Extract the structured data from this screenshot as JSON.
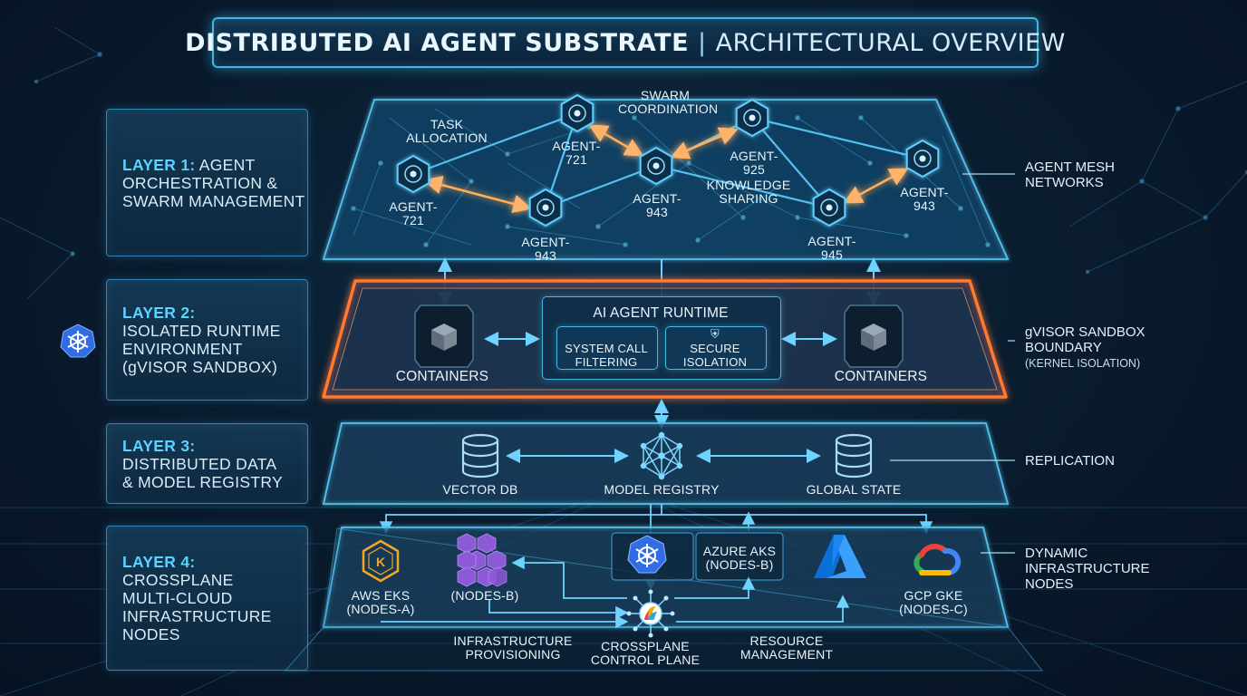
{
  "title": {
    "main": "DISTRIBUTED AI AGENT SUBSTRATE",
    "separator": "|",
    "sub": "ARCHITECTURAL OVERVIEW"
  },
  "layers": [
    {
      "head": "LAYER 1:",
      "rest": " AGENT\nORCHESTRATION &\nSWARM MANAGEMENT"
    },
    {
      "head": "LAYER 2:",
      "rest": "\nISOLATED RUNTIME\nENVIRONMENT\n(gVISOR SANDBOX)"
    },
    {
      "head": "LAYER 3:",
      "rest": "\nDISTRIBUTED DATA\n& MODEL REGISTRY"
    },
    {
      "head": "LAYER 4:",
      "rest": "\nCROSSPLANE\nMULTI-CLOUD\nINFRASTRUCTURE\nNODES"
    }
  ],
  "layer1": {
    "agents": [
      "AGENT-721",
      "AGENT-721",
      "AGENT-943",
      "AGENT-943",
      "AGENT-925",
      "AGENT-945",
      "AGENT-943"
    ],
    "annotations": {
      "task_allocation": "TASK\nALLOCATION",
      "swarm_coordination": "SWARM\nCOORDINATION",
      "knowledge_sharing": "KNOWLEDGE\nSHARING"
    },
    "side_label": "AGENT MESH\nNETWORKS"
  },
  "layer2": {
    "containers_left": "CONTAINERS",
    "containers_right": "CONTAINERS",
    "runtime_title": "AI AGENT RUNTIME",
    "syscall": "SYSTEM CALL\nFILTERING",
    "secure": "SECURE\nISOLATION",
    "side_label_main": "gVISOR SANDBOX\nBOUNDARY",
    "side_label_sub": "(KERNEL ISOLATION)"
  },
  "layer3": {
    "vector_db": "VECTOR DB",
    "model_registry": "MODEL REGISTRY",
    "global_state": "GLOBAL STATE",
    "side_label": "REPLICATION"
  },
  "layer4": {
    "aws": "AWS EKS\n(NODES-A)",
    "nodes_b": "(NODES-B)",
    "azure": "AZURE AKS\n(NODES-B)",
    "gcp": "GCP GKE\n(NODES-C)",
    "infra_prov": "INFRASTRUCTURE\nPROVISIONING",
    "crossplane": "CROSSPLANE\nCONTROL PLANE",
    "resource_mgmt": "RESOURCE\nMANAGEMENT",
    "side_label": "DYNAMIC\nINFRASTRUCTURE\nNODES"
  },
  "colors": {
    "accent": "#3fb8e6",
    "layer_head": "#5cd2ff",
    "sandbox_glow": "#ff7a2e",
    "arrow_orange": "#ffae5c",
    "node": "#38c6ff"
  },
  "icons": {
    "agent": "ai-core-icon",
    "container": "cube-icon",
    "database": "database-icon",
    "registry": "network-graph-icon",
    "kubernetes": "kubernetes-icon",
    "aws": "aws-eks-icon",
    "azure": "azure-icon",
    "gcp": "google-cloud-icon",
    "crossplane": "crossplane-icon"
  }
}
